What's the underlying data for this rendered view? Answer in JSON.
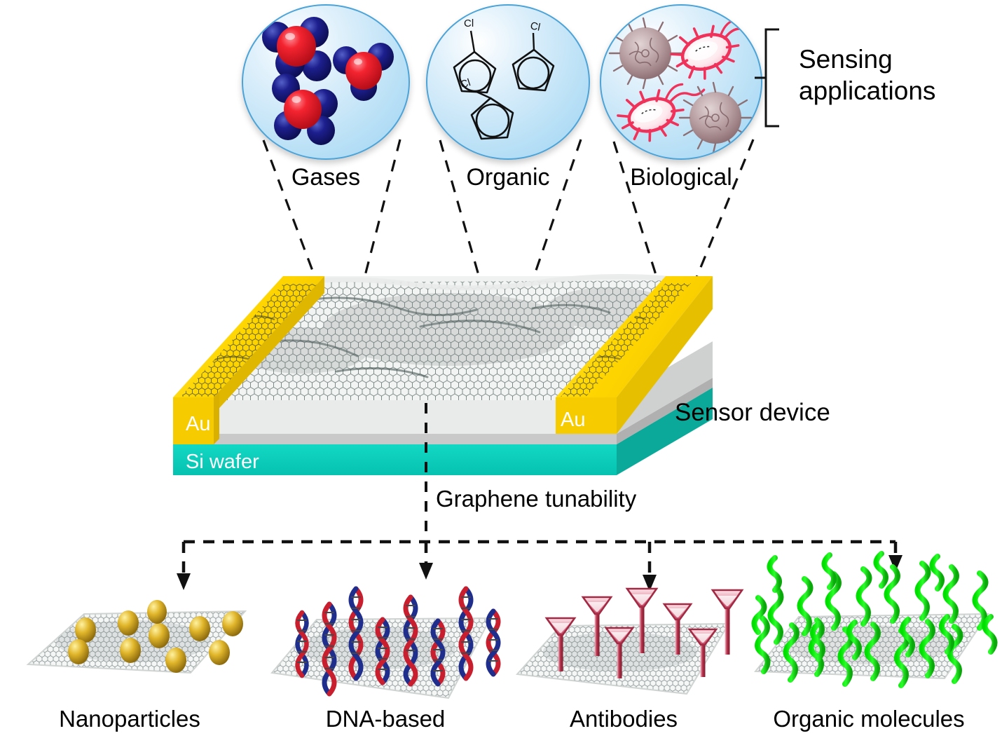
{
  "figure": {
    "title": "Graphene sensor device and functionalization schematic",
    "background_color": "#ffffff"
  },
  "top_section": {
    "group_label_line1": "Sensing",
    "group_label_line2": "applications",
    "bracket_name": "sensing-applications-bracket",
    "bubbles": [
      {
        "label": "Gases",
        "content": "gas-molecules",
        "molecule_count": 3,
        "atom_center_color": "#ED1C24",
        "atom_outer_color": "#1B1B8F"
      },
      {
        "label": "Organic",
        "content": "chlorobenzene-rings",
        "ring_count": 3,
        "substituent_label": "Cl",
        "stroke_color": "#000000"
      },
      {
        "label": "Biological",
        "content": "microbes-and-bacteria",
        "virus_count": 2,
        "bacteria_count": 2,
        "virus_color": "#9E7A7E",
        "bacteria_color": "#F0325A"
      }
    ]
  },
  "device": {
    "caption": "Sensor device",
    "electrode_label_left": "Au",
    "electrode_label_right": "Au",
    "substrate_label": "Si wafer",
    "colors": {
      "gold_top": "#FFDD00",
      "gold_side": "#E0B700",
      "oxide": "#EAEAEA",
      "oxide_side": "#C9C9C9",
      "silicon": "#0FCFBC",
      "silicon_side": "#0FA899",
      "graphene": "#7F8C8A"
    }
  },
  "tunability": {
    "label": "Graphene tunability",
    "branch_count": 4
  },
  "bottom_panels": [
    {
      "label": "Nanoparticles",
      "decoration": "gold-nanoparticles",
      "count": 10,
      "color": "#D4A017"
    },
    {
      "label": "DNA-based",
      "decoration": "dna-double-helix",
      "count": 9,
      "color_strand_a": "#1F2E8C",
      "color_strand_b": "#C81E2D"
    },
    {
      "label": "Antibodies",
      "decoration": "y-shaped-antibodies",
      "count": 7,
      "color": "#B8314B"
    },
    {
      "label": "Organic molecules",
      "decoration": "green-polymer-chains",
      "count": 26,
      "color": "#22DD22"
    }
  ]
}
